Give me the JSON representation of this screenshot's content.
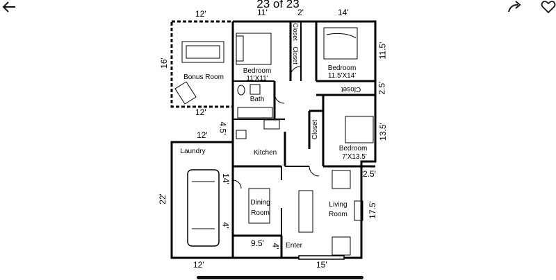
{
  "viewer": {
    "counter": "23 of 23",
    "back_icon": "arrow-left-icon",
    "share_icon": "share-arrow-icon",
    "favorite_icon": "heart-icon"
  },
  "floorplan": {
    "rooms": {
      "bonus": "Bonus Room",
      "bedroom1": "Bedroom",
      "bedroom1_size": "11'X11'",
      "bedroom2": "Bedroom",
      "bedroom2_size": "11.5'X14'",
      "bedroom3": "Bedroom",
      "bedroom3_size": "7'X13.5'",
      "bath": "Bath",
      "closet1": "Closet",
      "closet2": "Closet",
      "closet3": "Closet",
      "closet4": "Closet",
      "kitchen": "Kitchen",
      "laundry": "Laundry",
      "dining_line1": "Dining",
      "dining_line2": "Room",
      "living_line1": "Living",
      "living_line2": "Room",
      "enter": "Enter"
    },
    "dimensions": {
      "bonus_top": "12'",
      "bonus_side": "16'",
      "bonus_bottom": "12'",
      "bed1_top": "11'",
      "closet_top": "2'",
      "bed2_top": "14'",
      "right_top": "11.5'",
      "right_mid": "2.5'",
      "right_bed3": "13.5'",
      "right_small": "2.5'",
      "right_living": "17.5'",
      "laundry_top": "12'",
      "laundry_side": "22'",
      "laundry_bottom": "12'",
      "hall_side": "4.5'",
      "garage_inner": "14'",
      "garage_inner2": "4'",
      "dining_bottom": "9.5'",
      "entry_small": "4'",
      "living_bottom": "15'"
    }
  }
}
